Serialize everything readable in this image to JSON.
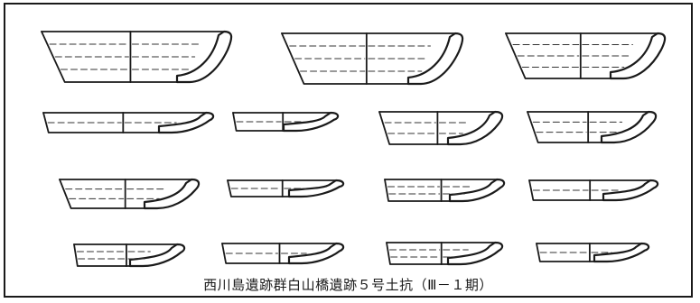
{
  "figure": {
    "caption": "西川島遺跡群白山橋遺跡５号土抗（Ⅲ－１期）"
  },
  "vessels": [
    {
      "id": "v1",
      "shape": "bowl"
    },
    {
      "id": "v2",
      "shape": "bowl"
    },
    {
      "id": "v3",
      "shape": "bowl"
    },
    {
      "id": "v4",
      "shape": "dish"
    },
    {
      "id": "v5",
      "shape": "dish"
    },
    {
      "id": "v6",
      "shape": "deep-dish"
    },
    {
      "id": "v7",
      "shape": "deep-dish"
    },
    {
      "id": "v8",
      "shape": "deep-dish"
    },
    {
      "id": "v9",
      "shape": "dish"
    },
    {
      "id": "v10",
      "shape": "dish"
    },
    {
      "id": "v11",
      "shape": "dish"
    },
    {
      "id": "v12",
      "shape": "dish"
    },
    {
      "id": "v13",
      "shape": "dish"
    },
    {
      "id": "v14",
      "shape": "dish"
    },
    {
      "id": "v15",
      "shape": "dish"
    }
  ]
}
